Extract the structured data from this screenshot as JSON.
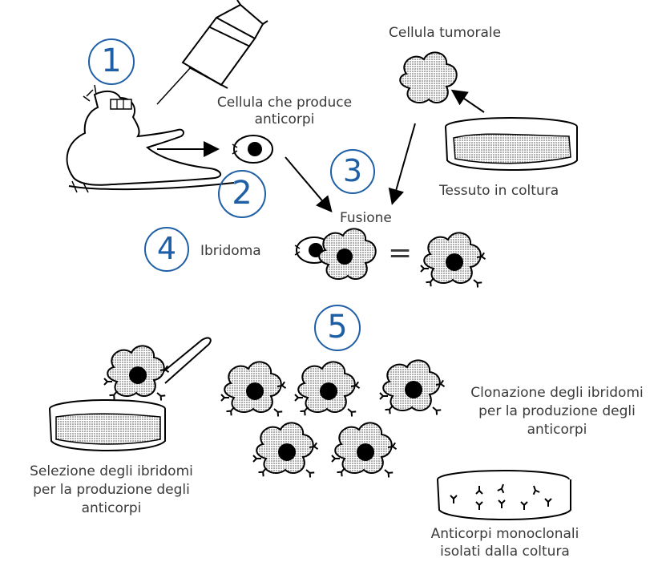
{
  "labels": {
    "tumor_cell": "Cellula tumorale",
    "antibody_cell_1": "Cellula che produce",
    "antibody_cell_2": "anticorpi",
    "tissue": "Tessuto in coltura",
    "fusion": "Fusione",
    "hybridoma": "Ibridoma",
    "cloning_1": "Clonazione degli ibridomi",
    "cloning_2": "per la produzione degli",
    "cloning_3": "anticorpi",
    "selection_1": "Selezione degli ibridomi",
    "selection_2": "per la produzione degli",
    "selection_3": "anticorpi",
    "mono_1": "Anticorpi monoclonali",
    "mono_2": "isolati dalla coltura",
    "equals": "="
  },
  "steps": [
    "1",
    "2",
    "3",
    "4",
    "5"
  ],
  "colors": {
    "step_circle": "#1f5fa6",
    "text": "#3a3a3a",
    "ink": "#000000"
  }
}
